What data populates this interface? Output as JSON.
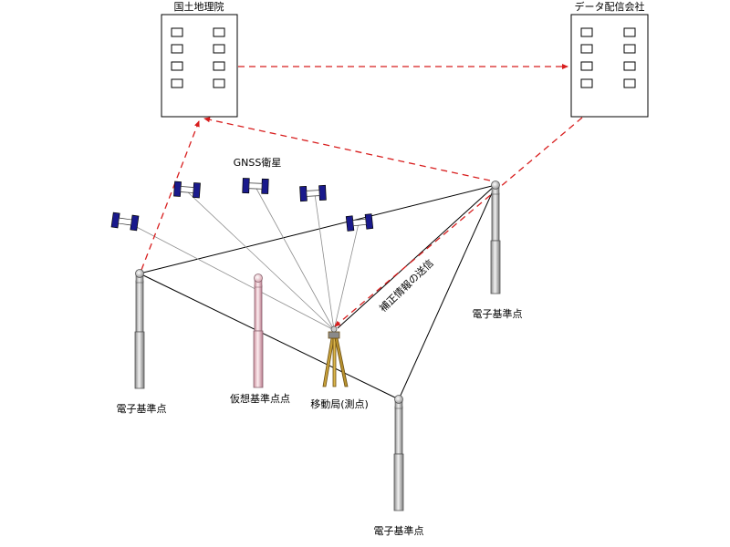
{
  "labels": {
    "gsi": "国土地理院",
    "distributor": "データ配信会社",
    "gnss": "GNSS衛星",
    "station_left": "電子基準点",
    "station_right": "電子基準点",
    "station_bottom": "電子基準点",
    "virtual_point": "仮想基準点点",
    "rover": "移動局(測点)",
    "transmit": "補正情報の送信"
  },
  "colors": {
    "building_stroke": "#000000",
    "red_dashed": "#d81e1e",
    "satellite_body": "#1a1a8c",
    "pole": "#9a9a9a",
    "virtual_pole": "#e8b4bf",
    "tripod": "#b8922e"
  }
}
